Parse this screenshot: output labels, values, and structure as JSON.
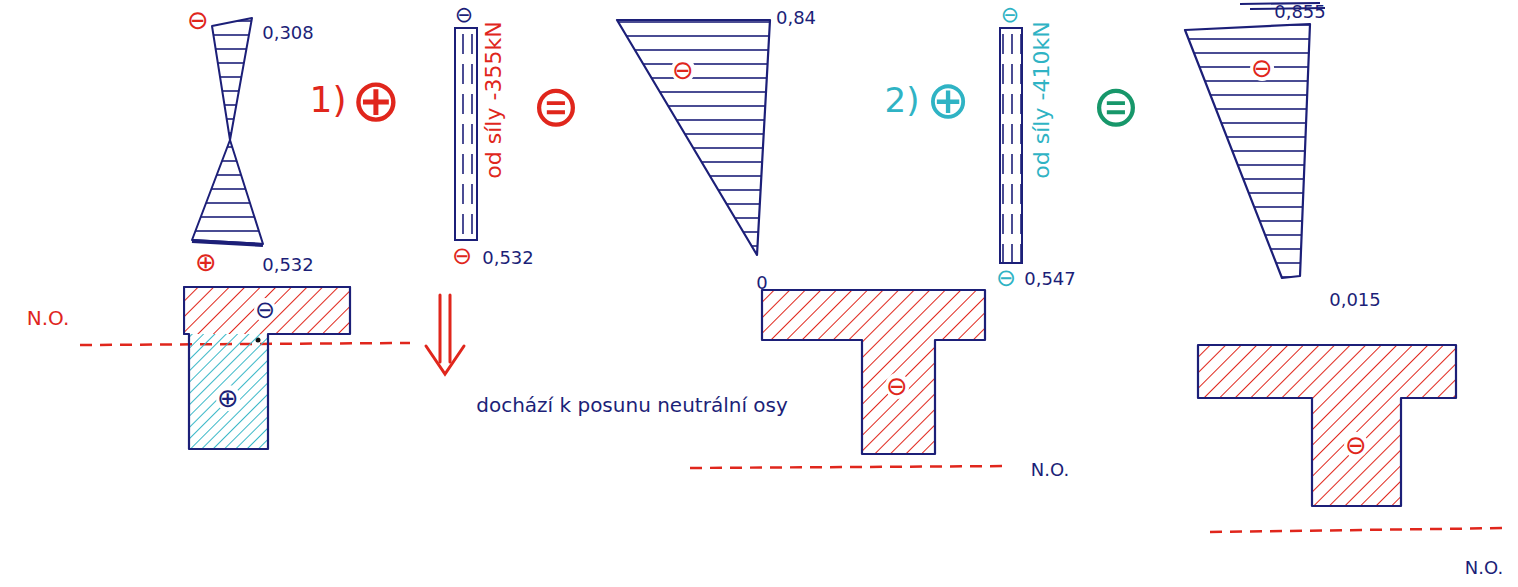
{
  "diagram": {
    "nodes": [
      {
        "text": [
          "⊖",
          "⊕"
        ]
      },
      {
        "text": [
          "⊖"
        ]
      },
      {
        "text": [
          "⊖"
        ]
      },
      {
        "text": [
          "⊖"
        ]
      },
      {
        "text": [
          "⊖"
        ]
      }
    ],
    "labels": [
      "⊖",
      "0,308",
      "⊕",
      "0,532",
      "1)",
      "⊕",
      "⊖",
      "od síly -355kN",
      "⊖",
      "0,532",
      "⊜",
      "0,84",
      "0",
      "2)",
      "⊕",
      "⊖",
      "od síly -410kN",
      "⊖",
      "0,547",
      "⊜",
      "0,855",
      "0,015",
      "N.O.",
      "dochází k posunu neutrální osy",
      "N.O.",
      "N.O."
    ]
  }
}
